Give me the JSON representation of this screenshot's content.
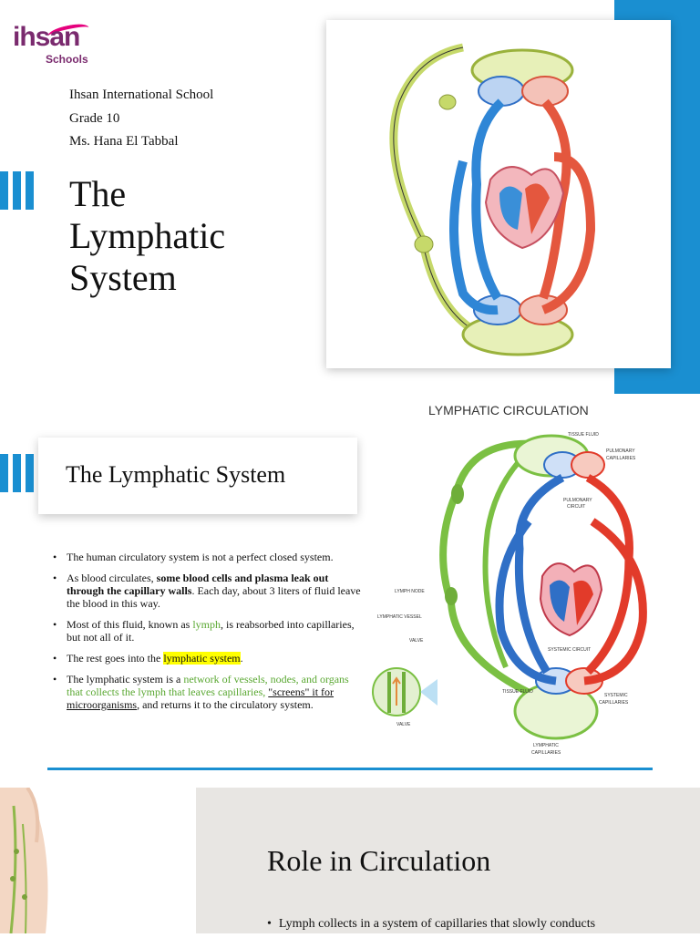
{
  "slide1": {
    "logo": {
      "main": "ihsan",
      "sub": "Schools"
    },
    "school": "Ihsan International School",
    "grade": "Grade 10",
    "teacher": "Ms. Hana El Tabbal",
    "title_lines": [
      "The",
      "Lymphatic",
      "System"
    ]
  },
  "slide2": {
    "title": "The Lymphatic System",
    "diagram": {
      "title": "LYMPHATIC CIRCULATION",
      "labels": {
        "tissue_fluid_top": "TISSUE FLUID",
        "pulmonary_capillaries_1": "PULMONARY",
        "pulmonary_capillaries_2": "CAPILLARIES",
        "pulmonary_circuit_1": "PULMONARY",
        "pulmonary_circuit_2": "CIRCUIT",
        "lymph_node": "LYMPH NODE",
        "lymphatic_vessel": "LYMPHATIC VESSEL",
        "valve_1": "VALVE",
        "systemic_circuit": "SYSTEMIC CIRCUIT",
        "tissue_fluid_bottom": "TISSUE FLUID",
        "systemic_capillaries_1": "SYSTEMIC",
        "systemic_capillaries_2": "CAPILLARIES",
        "valve_2": "VALVE",
        "lymphatic_capillaries_1": "LYMPHATIC",
        "lymphatic_capillaries_2": "CAPILLARIES"
      }
    },
    "bullets": {
      "b1": "The human circulatory system is not a perfect closed system.",
      "b2_a": "As blood circulates, ",
      "b2_b": "some blood cells and plasma leak out through the capillary walls",
      "b2_c": ". Each day, about 3 liters of fluid leave the blood in this way.",
      "b3_a": "Most of this fluid, known as ",
      "b3_b": "lymph",
      "b3_c": ", is reabsorbed into capillaries, but not all of it.",
      "b4_a": "The rest goes into the ",
      "b4_b": "lymphatic system",
      "b4_c": ".",
      "b5_a": "The lymphatic system is a ",
      "b5_b": "network of vessels, nodes, and organs that collects the lymph that leaves capillaries,",
      "b5_c": "\"screens\" it for microorganisms",
      "b5_d": ", and returns it to the circulatory system."
    }
  },
  "slide3": {
    "title": "Role in Circulation",
    "bullet": "Lymph collects in a system of capillaries that slowly conducts"
  },
  "colors": {
    "accent_blue": "#1a8fd1",
    "brand_purple": "#7a2a6e",
    "brand_pink": "#e5007d",
    "lymph_green": "#5aa832",
    "highlight": "#ffff00"
  }
}
